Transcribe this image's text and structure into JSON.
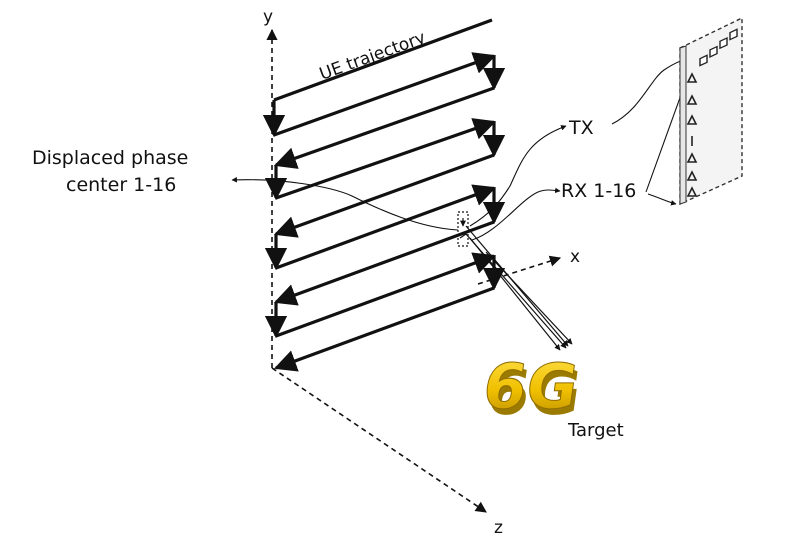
{
  "axes": {
    "x": "x",
    "y": "y",
    "z": "z"
  },
  "labels": {
    "ue_trajectory": "UE trajectory",
    "displaced_phase_center_line1": "Displaced phase",
    "displaced_phase_center_line2": "center 1-16",
    "tx": "TX",
    "rx": "RX 1-16",
    "target_logo": "6G",
    "target": "Target"
  },
  "colors": {
    "stroke": "#111111",
    "logo_gold": "#e5b800",
    "logo_shadow": "#9a7a00",
    "panel_dash": "#333333"
  },
  "icons": {
    "tx_elements": "square-antenna-icon",
    "rx_elements": "triangle-antenna-icon"
  }
}
